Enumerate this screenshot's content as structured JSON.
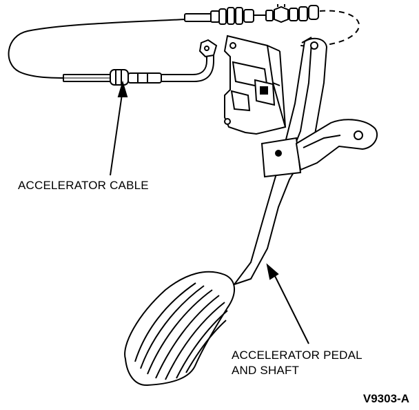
{
  "labels": {
    "cable": "ACCELERATOR CABLE",
    "pedal_line1": "ACCELERATOR PEDAL",
    "pedal_line2": "AND SHAFT"
  },
  "figure_id": "V9303-A",
  "colors": {
    "ink": "#000000",
    "paper": "#ffffff"
  }
}
